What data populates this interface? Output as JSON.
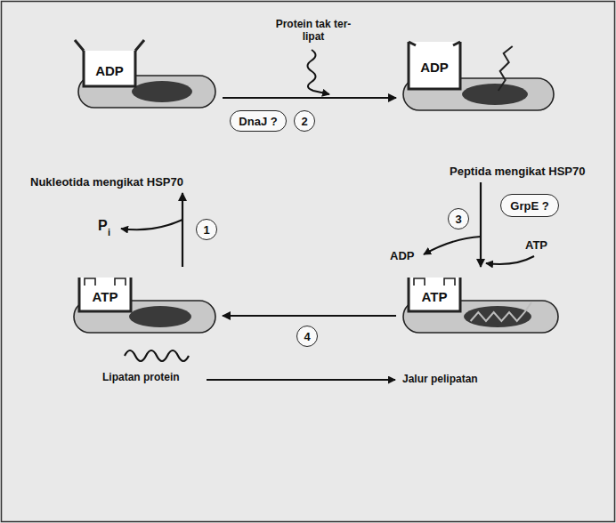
{
  "diagram": {
    "nodes": [
      {
        "text": [
          "ADP",
          "Nukleotida mengikat HSP70"
        ]
      },
      {
        "text": [
          "ADP",
          "Peptida mengikat HSP70"
        ]
      },
      {
        "text": [
          "DnaJ ?"
        ]
      },
      {
        "text": [
          "2"
        ]
      },
      {
        "text": [
          "1"
        ]
      },
      {
        "text": [
          "3"
        ]
      },
      {
        "text": [
          "GrpE ?"
        ]
      },
      {
        "text": [
          "ATP"
        ]
      },
      {
        "text": [
          "ATP"
        ]
      },
      {
        "text": [
          "4"
        ]
      }
    ],
    "edges": [
      {
        "from": 0,
        "to": 1,
        "arrow": "to"
      },
      {
        "from": 1,
        "to": 8,
        "arrow": "to"
      },
      {
        "from": 8,
        "to": 7,
        "arrow": "to"
      },
      {
        "from": 7,
        "to": 0,
        "arrow": "to"
      }
    ],
    "labels": [
      "Protein tak ter-lipat",
      "P",
      "i",
      "ADP",
      "ATP",
      "Lipatan protein",
      "Jalur pelipatan"
    ]
  }
}
